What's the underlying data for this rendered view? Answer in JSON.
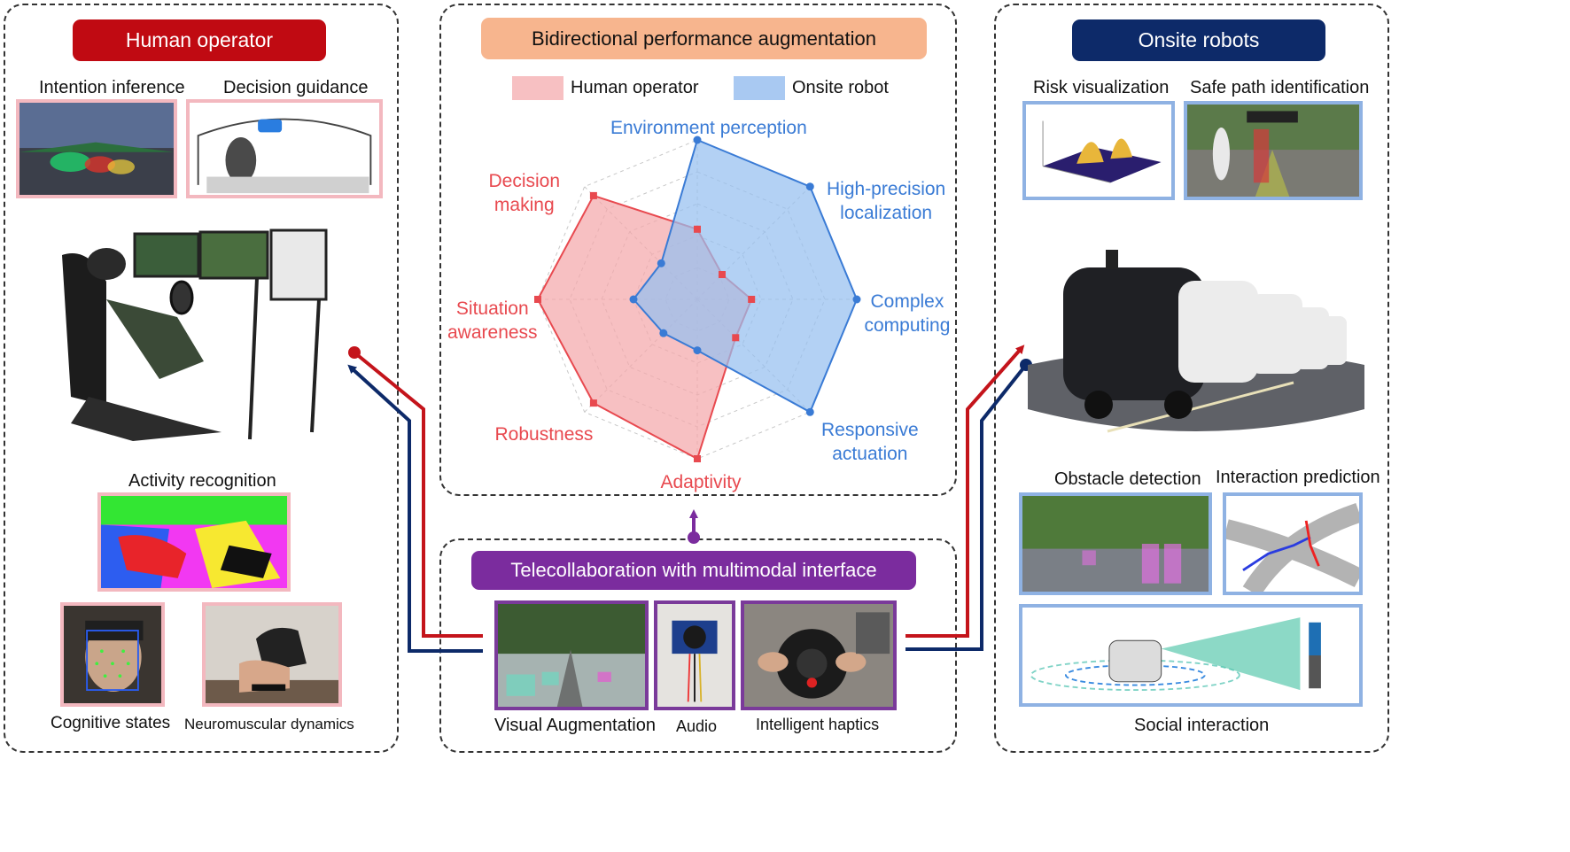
{
  "colors": {
    "human": "#e8494f",
    "robot": "#3a7bd5",
    "human_fill": "#f4a7aa",
    "robot_fill": "#96bff0",
    "human_pill": "#c00a12",
    "robot_pill": "#0d2a69",
    "center_pill": "#f7b58e",
    "bottom_pill": "#7b2c9e",
    "connector_red": "#c4141b",
    "connector_navy": "#0d2a69",
    "connector_purple": "#7b2c9e"
  },
  "left_panel": {
    "title": "Human operator",
    "labels": {
      "intention": "Intention inference",
      "decision": "Decision guidance",
      "activity": "Activity recognition",
      "cognitive": "Cognitive states",
      "neuromuscular": "Neuromuscular dynamics"
    }
  },
  "center_panel": {
    "title": "Bidirectional performance augmentation",
    "legend": [
      "Human operator",
      "Onsite robot"
    ]
  },
  "right_panel": {
    "title": "Onsite robots",
    "labels": {
      "risk": "Risk visualization",
      "safe_path": "Safe path identification",
      "obstacle": "Obstacle detection",
      "interaction": "Interaction prediction",
      "social": "Social interaction"
    }
  },
  "bottom_panel": {
    "title": "Telecollaboration with multimodal interface",
    "labels": {
      "visual": "Visual Augmentation",
      "audio": "Audio",
      "haptics": "Intelligent haptics"
    }
  },
  "chart_data": {
    "type": "radar",
    "axes": [
      "Environment perception",
      "High-precision localization",
      "Complex computing",
      "Responsive actuation",
      "Adaptivity",
      "Robustness",
      "Situation awareness",
      "Decision making"
    ],
    "axis_label_lines": [
      [
        "Environment perception"
      ],
      [
        "High-precision",
        "localization"
      ],
      [
        "Complex",
        "computing"
      ],
      [
        "Responsive",
        "actuation"
      ],
      [
        "Adaptivity"
      ],
      [
        "Robustness"
      ],
      [
        "Situation",
        "awareness"
      ],
      [
        "Decision",
        "making"
      ]
    ],
    "axis_owner": [
      "robot",
      "robot",
      "robot",
      "robot",
      "human",
      "human",
      "human",
      "human"
    ],
    "rmax": 5,
    "gridlines": 5,
    "series": [
      {
        "name": "Human operator",
        "values": [
          2.2,
          1.1,
          1.7,
          1.7,
          5,
          4.6,
          5,
          4.6
        ]
      },
      {
        "name": "Onsite robot",
        "values": [
          5,
          5,
          5,
          5,
          1.6,
          1.5,
          2.0,
          1.6
        ]
      }
    ]
  }
}
